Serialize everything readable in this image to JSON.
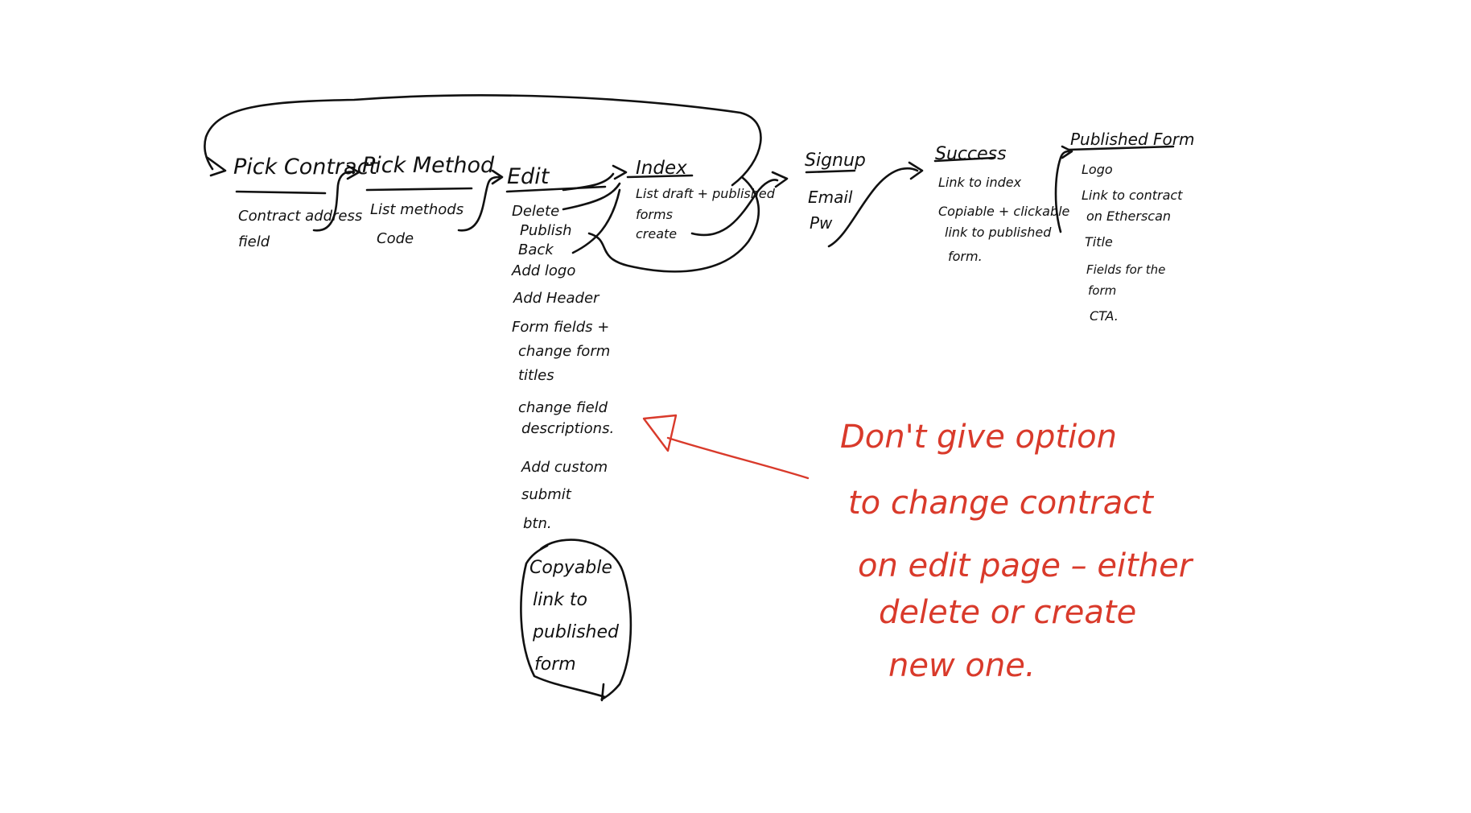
{
  "colors": {
    "ink": "#111111",
    "annotation": "#d93a2b",
    "background": "#ffffff"
  },
  "screens": {
    "pick_contract": {
      "title": "Pick Contract",
      "lines": [
        "Contract address",
        "field"
      ]
    },
    "pick_method": {
      "title": "Pick Method",
      "lines": [
        "List methods",
        "Code"
      ]
    },
    "edit": {
      "title": "Edit",
      "lines": [
        "Delete",
        "Publish",
        "Back",
        "Add logo",
        "Add Header",
        "Form fields +",
        "change form",
        "titles",
        "change field",
        "descriptions.",
        "Add custom",
        "submit",
        "btn."
      ],
      "circled_lines": [
        "Copyable",
        "link to",
        "published",
        "form"
      ]
    },
    "index": {
      "title": "Index",
      "lines": [
        "List draft + published",
        "forms",
        "create"
      ]
    },
    "signup": {
      "title": "Signup",
      "lines": [
        "Email",
        "Pw"
      ]
    },
    "success": {
      "title": "Success",
      "lines": [
        "Link to index",
        "Copiable + clickable",
        "link to published",
        "form."
      ]
    },
    "published_form": {
      "title": "Published Form",
      "lines": [
        "Logo",
        "Link to contract",
        "on Etherscan",
        "Title",
        "Fields for the",
        "form",
        "CTA."
      ]
    }
  },
  "annotation": {
    "lines": [
      "Don't give option",
      "to change contract",
      "on edit page – either",
      "delete or create",
      "new one."
    ]
  }
}
